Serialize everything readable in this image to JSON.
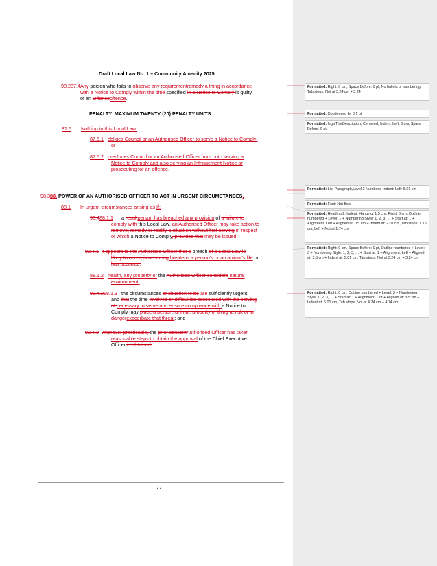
{
  "header": {
    "title": "Draft Local Law No. 1 – Community Amenity 2025"
  },
  "footer": {
    "page_number": "77"
  },
  "body": {
    "p1": {
      "l1_num_del": "98.2",
      "l1_num_ins": "87.4",
      "l1_any_del": "Any",
      "l1_a": " person who fails to ",
      "l1_del1": "observe any requirement",
      "l1_ins1": "remedy a thing in accordance",
      "l2_ins": "with a Notice to Comply within the time",
      "l2_a": " specified ",
      "l2_del": "in a Notice to Comply ",
      "l2_b": "is guilty",
      "l3_a": "of an ",
      "l3_del": "Offence",
      "l3_ins": "offence",
      "l3_b": "."
    },
    "penalty": "PENALTY: MAXIMUM TWENTY (20) PENALTY UNITS",
    "s875": {
      "num": "87.5",
      "text": "Nothing in this Local Law:"
    },
    "s8751": {
      "num": "87.5.1",
      "l1": "obliges Council or an Authorised Officer to serve a Notice to Comply;",
      "l2": "or"
    },
    "s8752": {
      "num": "87.5.2",
      "l1": "precludes Council or an Authorised Officer from both serving a",
      "l2": "Notice to Comply and also serving an Infringement Notice or",
      "l3": "prosecuting for an offence."
    },
    "heading88": {
      "num_del": "98.3",
      "num_ins": "88.",
      "text": " POWER OF AN AUTHORISED OFFICER TO ACT IN URGENT CIRCUMSTANCES",
      "end_ins": "."
    },
    "s881": {
      "num": "88.1",
      "del": "In urgent circumstances arising as",
      "ins": "If:"
    },
    "s8811": {
      "num_del": "98.4",
      "num_ins": "88.1.1",
      "l1_a": "a ",
      "l1_del": "result",
      "l1_ins": "person has breached any provision",
      "l1_b": " of ",
      "l1_del2": "a failure to",
      "l2_del": "comply with",
      "l2_a": " this Local Law",
      "l2_del2": ", an Authorised Officer may take action to",
      "l3_del": "remove, remedy or rectify a situation without first serving",
      "l3_ins": " in respect",
      "l4_ins": "of which",
      "l4_a": " a Notice to Comply",
      "l4_del": ", provided that",
      "l4_ins2": " may be issued;"
    },
    "s8841": {
      "num": "98.4.1",
      "l1_del": "it appears to the",
      "l1_del2": "Authorised Officer that a",
      "l1_a": " breach ",
      "l1_del3": "of a Local Law is",
      "l2_del": "likely to occur, is occurring",
      "l2_ins": "threatens a person’s or an animal’s life",
      "l2_a": " or",
      "l3_del": "has occurred;"
    },
    "s8812": {
      "num": "88.1.2",
      "l1_ins": "health, any property or",
      "l1_a": " the ",
      "l1_del": "Authorised Officer considers",
      "l1_ins2": " natural",
      "l2_ins": "environment;"
    },
    "s8813": {
      "num_del": "98.4.2",
      "num_ins": "88.1.3",
      "l1_a": "the circumstances ",
      "l1_del": "or situation to be",
      "l1_ins": " are",
      "l1_b": " sufficiently urgent",
      "l2_a": "and ",
      "l2_del": "that",
      "l2_b": " the time ",
      "l2_del2": "involved or difficulties associated with the serving",
      "l3_del": "of ",
      "l3_ins": "necessary to serve and ensure compliance with ",
      "l3_a": "a Notice to",
      "l4_a": "Comply may ",
      "l4_del": "place a person, animal, property or thing at risk or in",
      "l5_del": "danger",
      "l5_ins": "exacerbate that threat",
      "l5_a": "; and"
    },
    "s8843": {
      "num": "98.4.3",
      "l1_del": "wherever practicable, ",
      "l1_a": "the ",
      "l1_del2": "prior consent",
      "l1_ins": "Authorised Officer has taken",
      "l2_ins": "reasonable steps to obtain the approval",
      "l2_a": " of the Chief Executive",
      "l3_a": "Officer",
      "l3_del": " is obtained."
    }
  },
  "comments": [
    {
      "label": "Formatted:",
      "text": " Right:  0 cm, Space Before:  0 pt,  No bullets or numbering, Tab stops: Not at  3.24 cm +  3.24"
    },
    {
      "label": "Formatted:",
      "text": " Condensed by  0.1 pt"
    },
    {
      "label": "Formatted:",
      "text": " legalTitleDescription, Centered, Indent: Left:  0 cm, Space Before:  0 pt"
    },
    {
      "label": "Formatted:",
      "text": " List Paragraph,Level 2 Numbers, Indent: Left:  5.01 cm"
    },
    {
      "label": "Formatted:",
      "text": " Font: Not Bold"
    },
    {
      "label": "Formatted:",
      "text": " Heading 2, Indent: Hanging:  1.5 cm, Right:  0 cm, Outline numbered + Level: 1 + Numbering Style: 1, 2, 3, … + Start at: 1 + Alignment: Left + Aligned at:  0.5 cm + Indent at:  2.01 cm, Tab stops:  1.75 cm, Left +  Not at  1.74 cm"
    },
    {
      "label": "Formatted:",
      "text": " Right:  0 cm, Space Before:  0 pt, Outline numbered + Level: 3 + Numbering Style: 1, 2, 3, … + Start at: 1 + Alignment: Left + Aligned at:  3.5 cm + Indent at:  5.01 cm, Tab stops: Not at  3.24 cm +  3.24 cm"
    },
    {
      "label": "Formatted:",
      "text": " Right:  0 cm, Outline numbered + Level: 3 + Numbering Style: 1, 2, 3, … + Start at: 1 + Alignment: Left + Aligned at:  3.5 cm + Indent at:  5.01 cm, Tab stops: Not at  4.74 cm +  4.74 cm"
    }
  ],
  "colors": {
    "revision": "#d0021b",
    "margin_pane": "#ececec"
  }
}
